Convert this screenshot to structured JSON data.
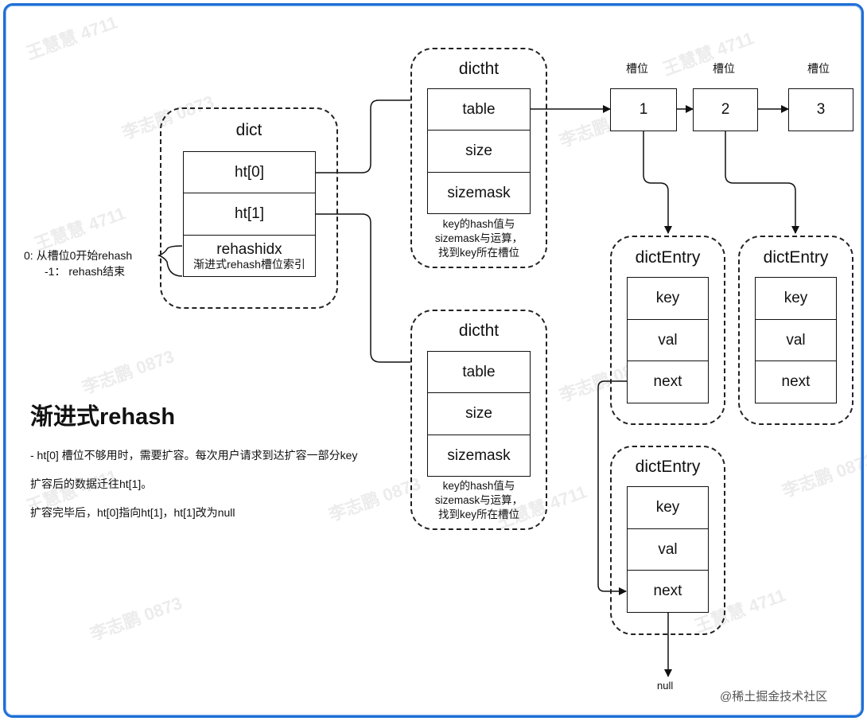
{
  "dict": {
    "title": "dict",
    "ht0": "ht[0]",
    "ht1": "ht[1]",
    "rehashidx": "rehashidx",
    "rehashidx_desc": "渐进式rehash槽位索引"
  },
  "rehash_legend": {
    "line1": "0: 从槽位0开始rehash",
    "line2": "-1：  rehash结束"
  },
  "dictht_top": {
    "title": "dictht",
    "table": "table",
    "size": "size",
    "sizemask": "sizemask",
    "note1": "key的hash值与",
    "note2": "sizemask与运算，",
    "note3": "找到key所在槽位"
  },
  "dictht_bottom": {
    "title": "dictht",
    "table": "table",
    "size": "size",
    "sizemask": "sizemask",
    "note1": "key的hash值与",
    "note2": "sizemask与运算，",
    "note3": "找到key所在槽位"
  },
  "slots": [
    {
      "label": "槽位",
      "value": "1"
    },
    {
      "label": "槽位",
      "value": "2"
    },
    {
      "label": "槽位",
      "value": "3"
    }
  ],
  "entry_a": {
    "title": "dictEntry",
    "key": "key",
    "val": "val",
    "next": "next"
  },
  "entry_b": {
    "title": "dictEntry",
    "key": "key",
    "val": "val",
    "next": "next"
  },
  "entry_c": {
    "title": "dictEntry",
    "key": "key",
    "val": "val",
    "next": "next"
  },
  "null_label": "null",
  "section": {
    "heading": "渐进式rehash",
    "p1": "- ht[0] 槽位不够用时，需要扩容。每次用户请求到达扩容一部分key",
    "p2": "扩容后的数据迁往ht[1]。",
    "p3": "扩容完毕后，ht[0]指向ht[1]，ht[1]改为null"
  },
  "watermarks": {
    "a": "李志鹏 0873",
    "b": "王慧慧 4711"
  },
  "footer": "@稀土掘金技术社区"
}
